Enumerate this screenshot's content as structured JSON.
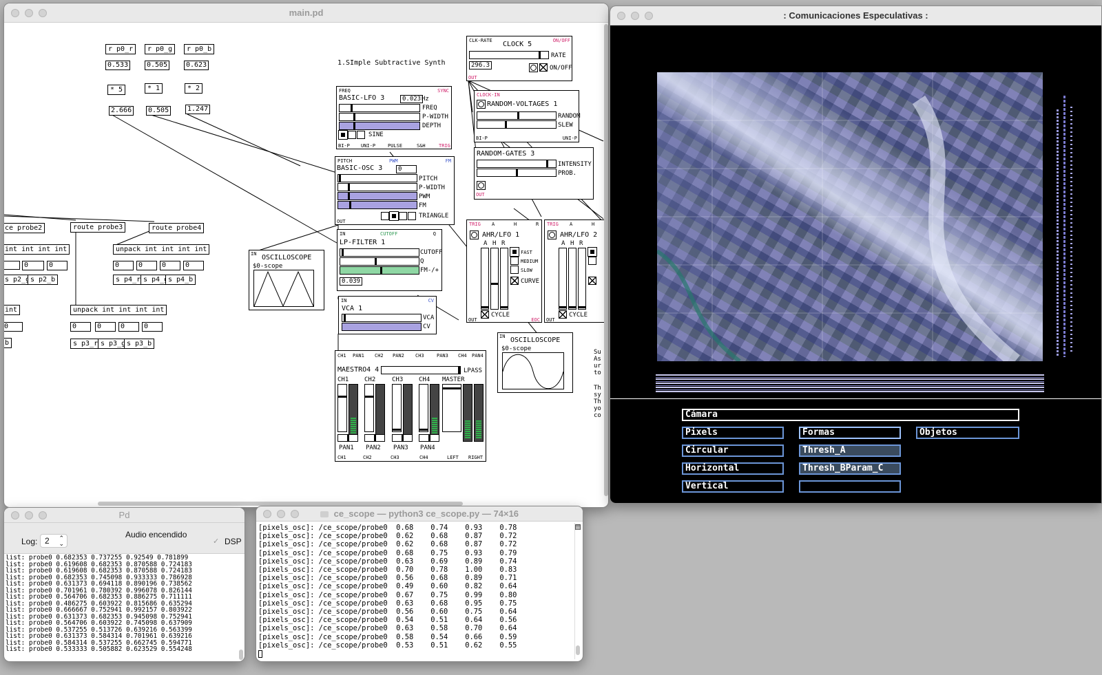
{
  "main_window": {
    "title": "main.pd",
    "annotation": "1.SImple Subtractive Synth",
    "receivers": [
      {
        "recv": "r p0_r",
        "value": "0.533",
        "mult": "* 5",
        "result": "2.666"
      },
      {
        "recv": "r p0_g",
        "value": "0.505",
        "mult": "* 1",
        "result": "0.505"
      },
      {
        "recv": "r p0_b",
        "value": "0.623",
        "mult": "* 2",
        "result": "1.247"
      }
    ],
    "routes": [
      "ce probe2",
      "route probe3",
      "route probe4"
    ],
    "unpacks": {
      "left": "int int int int",
      "mid": "unpack int int int int",
      "right": "unpack int int int int",
      "left2": "int"
    },
    "zero": "0",
    "senders": {
      "p2": [
        "s p2_g",
        "s p2_b"
      ],
      "p4": [
        "s p4_r",
        "s p4_g",
        "s p4_b"
      ],
      "p3": [
        "s p3_r",
        "s p3_g",
        "s p3_b"
      ],
      "left_b": "b"
    },
    "clock": {
      "title": "CLOCK 5",
      "tl": "CLK-RATE",
      "tr": "ON/OFF",
      "rate": "RATE",
      "onoff": "ON/OFF",
      "value": "296.3",
      "out": "OUT"
    },
    "lfo": {
      "title": "BASIC-LFO 3",
      "tl": "FREQ",
      "tr": "SYNC",
      "value": "0.023",
      "unit": "Hz",
      "freq": "FREQ",
      "pwidth": "P-WIDTH",
      "depth": "DEPTH",
      "wave": "SINE",
      "outs": [
        "BI-P",
        "UNI-P",
        "PULSE",
        "S&H",
        "TRIG"
      ],
      "depth_level": 1.0
    },
    "rv": {
      "title": "RANDOM-VOLTAGES  1",
      "tl": "CLOCK-IN",
      "random": "RANDOM",
      "slew": "SLEW",
      "bl": "BI-P",
      "br": "UNI-P"
    },
    "rg": {
      "title": "RANDOM-GATES 3",
      "intensity": "INTENSITY",
      "prob": "PROB.",
      "out": "OUT"
    },
    "osc": {
      "title": "BASIC-OSC 3",
      "tl": "PITCH",
      "tm": "PWM",
      "tr": "FM",
      "value": "0",
      "pitch": "PITCH",
      "pwidth": "P-WIDTH",
      "pwm": "PWM",
      "fm": "FM",
      "wave": "TRIANGLE",
      "out": "OUT"
    },
    "filter": {
      "title": "LP-FILTER 1",
      "tl": "IN",
      "tm": "CUTOFF",
      "tr": "Q",
      "cutoff": "CUTOFF",
      "q": "Q",
      "fm": "FM-/+",
      "value": "0.039"
    },
    "vca": {
      "title": "VCA 1",
      "tl": "IN",
      "tr": "CV",
      "vca": "VCA",
      "cv": "CV"
    },
    "ahr1": {
      "title": "AHR/LFO 1",
      "trig": "TRIG",
      "a": "A",
      "h": "H",
      "r": "R",
      "fast": "FAST",
      "medium": "MEDIUM",
      "slow": "SLOW",
      "curve": "CURVE",
      "cycle": "CYCLE",
      "out": "OUT",
      "eoc": "EOC"
    },
    "ahr2": {
      "title": "AHR/LFO 2",
      "trig": "TRIG",
      "a": "A",
      "h": "H",
      "r": "R",
      "cycle": "CYCLE",
      "out": "OUT"
    },
    "scope1": {
      "in": "IN",
      "title": "OSCILLOSCOPE",
      "sub": "$0-scope"
    },
    "scope2": {
      "in": "IN",
      "title": "OSCILLOSCOPE",
      "sub": "$0-scope"
    },
    "maestro": {
      "title": "MAESTRO4 4",
      "lpass": "LPASS",
      "top": [
        "CH1",
        "PAN1",
        "CH2",
        "PAN2",
        "CH3",
        "PAN3",
        "CH4",
        "PAN4"
      ],
      "chs": [
        "CH1",
        "CH2",
        "CH3",
        "CH4"
      ],
      "master": "MASTER",
      "pans": [
        "PAN1",
        "PAN2",
        "PAN3",
        "PAN4"
      ],
      "bottom": [
        "CH1",
        "CH2",
        "CH3",
        "CH4",
        "LEFT",
        "RIGHT"
      ]
    },
    "cut_text": [
      "Su",
      "As",
      "ur",
      "to",
      "Th",
      "sy",
      "Th",
      "yo",
      "co"
    ]
  },
  "video_window": {
    "title": ": Comunicaciones Especulativas :",
    "camera": "Cámara",
    "buttons": [
      [
        "Pixels",
        "Formas",
        "Objetos"
      ],
      [
        "Circular",
        "Thresh_A",
        ""
      ],
      [
        "Horizontal",
        "Thresh_BParam_C",
        ""
      ],
      [
        "Vertical",
        "",
        ""
      ]
    ],
    "accent": "#6c96d8"
  },
  "pd_window": {
    "title": "Pd",
    "log_label": "Log:",
    "log_value": "2",
    "status": "Audio encendido",
    "dsp": "DSP",
    "lines": [
      "list: probe0 0.682353 0.737255 0.92549 0.781899",
      "list: probe0 0.619608 0.682353 0.870588 0.724183",
      "list: probe0 0.619608 0.682353 0.870588 0.724183",
      "list: probe0 0.682353 0.745098 0.933333 0.786928",
      "list: probe0 0.631373 0.694118 0.890196 0.738562",
      "list: probe0 0.701961 0.780392 0.996078 0.826144",
      "list: probe0 0.564706 0.682353 0.886275 0.711111",
      "list: probe0 0.486275 0.603922 0.815686 0.635294",
      "list: probe0 0.666667 0.752941 0.992157 0.803922",
      "list: probe0 0.631373 0.682353 0.945098 0.752941",
      "list: probe0 0.564706 0.603922 0.745098 0.637909",
      "list: probe0 0.537255 0.513726 0.639216 0.563399",
      "list: probe0 0.631373 0.584314 0.701961 0.639216",
      "list: probe0 0.584314 0.537255 0.662745 0.594771",
      "list: probe0 0.533333 0.505882 0.623529 0.554248"
    ]
  },
  "terminal_window": {
    "title": "ce_scope — python3 ce_scope.py — 74×16",
    "lines": [
      "[pixels_osc]: /ce_scope/probe0  0.68    0.74    0.93    0.78",
      "[pixels_osc]: /ce_scope/probe0  0.62    0.68    0.87    0.72",
      "[pixels_osc]: /ce_scope/probe0  0.62    0.68    0.87    0.72",
      "[pixels_osc]: /ce_scope/probe0  0.68    0.75    0.93    0.79",
      "[pixels_osc]: /ce_scope/probe0  0.63    0.69    0.89    0.74",
      "[pixels_osc]: /ce_scope/probe0  0.70    0.78    1.00    0.83",
      "[pixels_osc]: /ce_scope/probe0  0.56    0.68    0.89    0.71",
      "[pixels_osc]: /ce_scope/probe0  0.49    0.60    0.82    0.64",
      "[pixels_osc]: /ce_scope/probe0  0.67    0.75    0.99    0.80",
      "[pixels_osc]: /ce_scope/probe0  0.63    0.68    0.95    0.75",
      "[pixels_osc]: /ce_scope/probe0  0.56    0.60    0.75    0.64",
      "[pixels_osc]: /ce_scope/probe0  0.54    0.51    0.64    0.56",
      "[pixels_osc]: /ce_scope/probe0  0.63    0.58    0.70    0.64",
      "[pixels_osc]: /ce_scope/probe0  0.58    0.54    0.66    0.59",
      "[pixels_osc]: /ce_scope/probe0  0.53    0.51    0.62    0.55"
    ]
  }
}
